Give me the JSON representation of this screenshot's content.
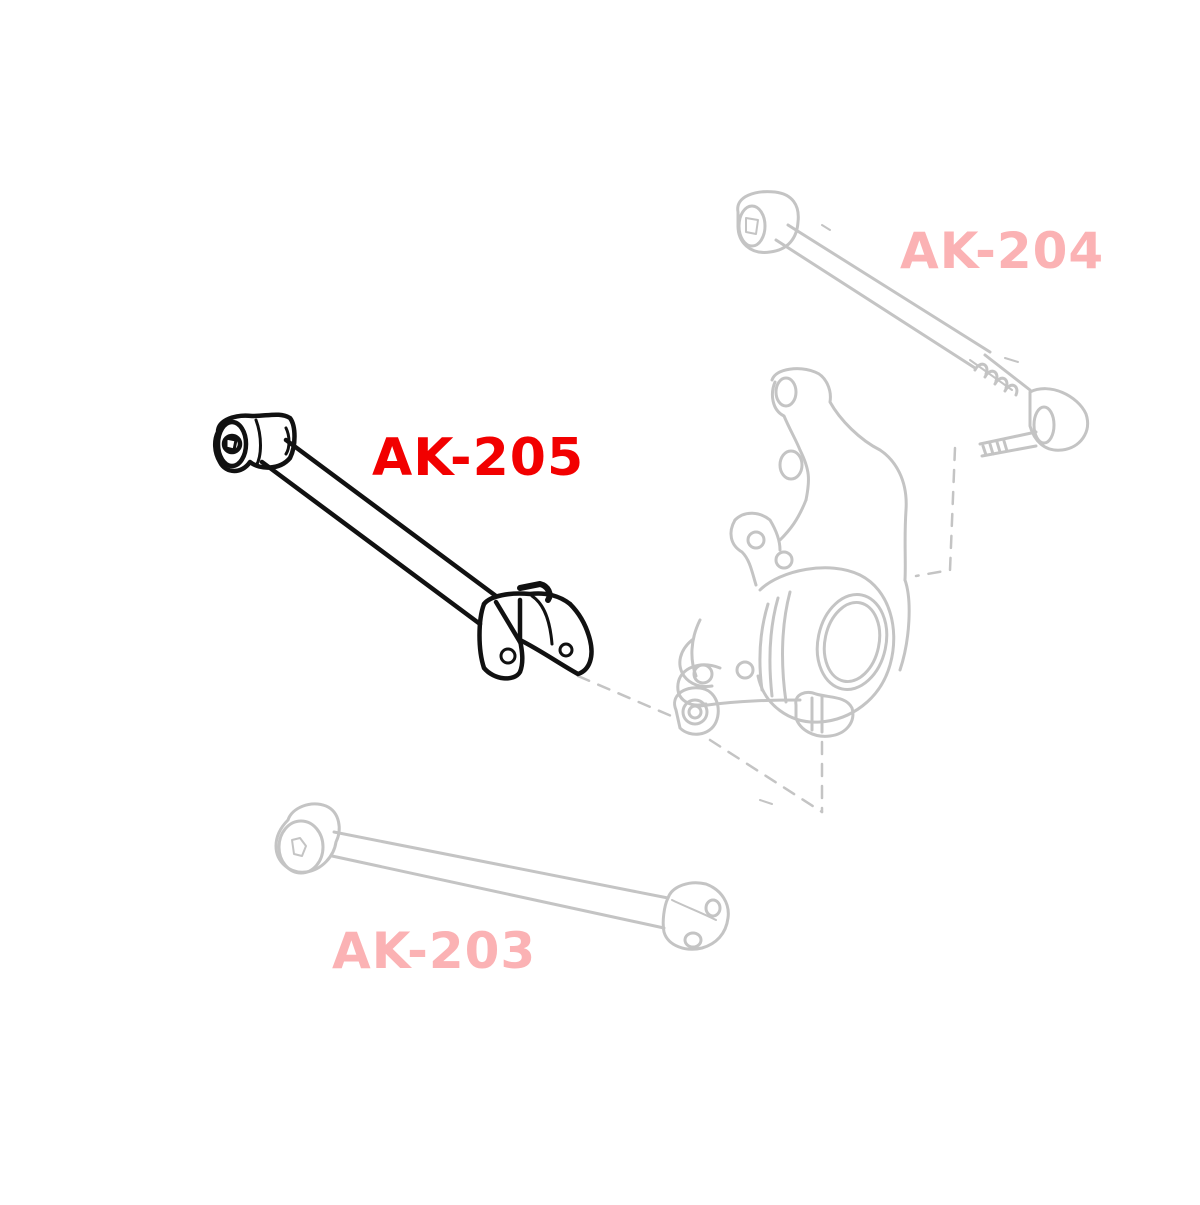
{
  "diagram": {
    "type": "exploded-parts-diagram",
    "subject": "rear suspension arms and knuckle",
    "background": "#ffffff",
    "parts": [
      {
        "id": "ak-205",
        "label": "AK-205",
        "highlighted": true,
        "color": "#f20000",
        "description": "trailing/lateral arm with bushing end and clevis bracket"
      },
      {
        "id": "ak-204",
        "label": "AK-204",
        "highlighted": false,
        "color": "#fbb2b4",
        "description": "adjustable toe arm with threaded adjuster and ball joint"
      },
      {
        "id": "ak-203",
        "label": "AK-203",
        "highlighted": false,
        "color": "#fbb2b4",
        "description": "lower lateral arm with bushings on both ends"
      },
      {
        "id": "knuckle",
        "label": "",
        "highlighted": false,
        "color": "#c4c4c4",
        "description": "rear hub knuckle (unlabeled)"
      }
    ],
    "line_colors": {
      "highlighted": "#111111",
      "faded": "#c4c4c4"
    }
  }
}
